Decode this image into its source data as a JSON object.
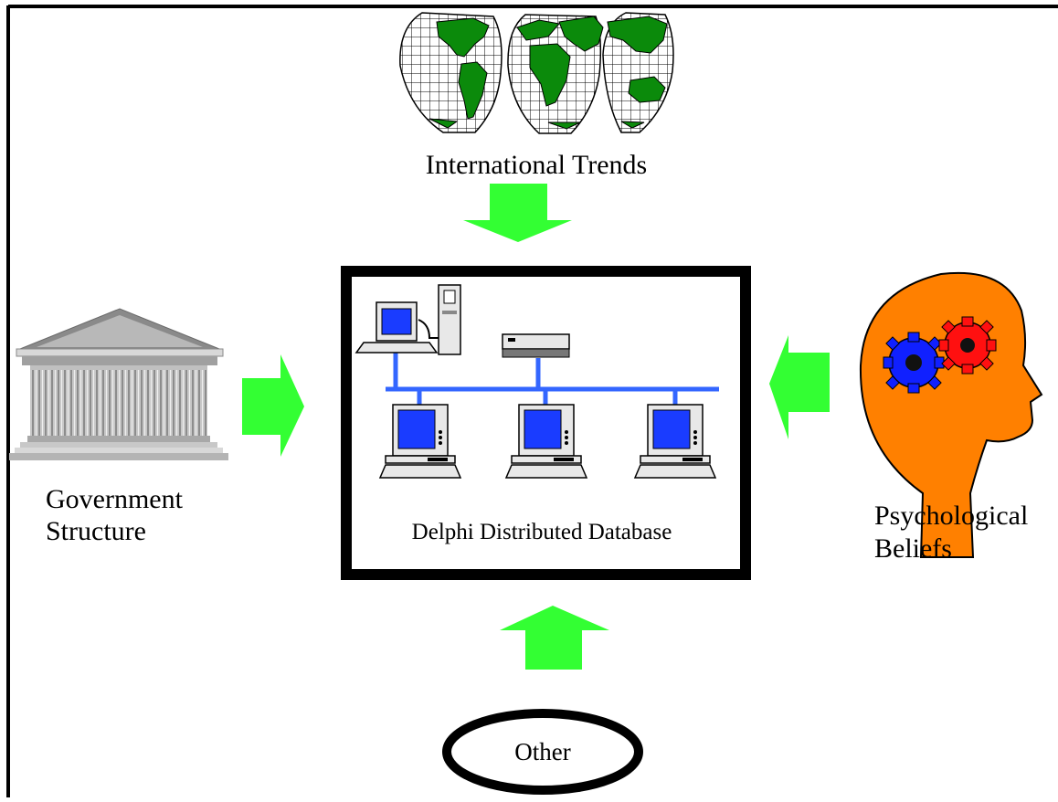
{
  "labels": {
    "international_trends": "International Trends",
    "government_line1": "Government",
    "government_line2": "Structure",
    "psychological_line1": "Psychological",
    "psychological_line2": "Beliefs",
    "center": "Delphi Distributed Database",
    "other": "Other"
  },
  "colors": {
    "arrow": "#33ff33",
    "network_line": "#3366ff",
    "screen": "#1a3cff",
    "continent": "#0b8a0b",
    "head": "#ff8000",
    "gear_left": "#1020ff",
    "gear_right": "#ff1010",
    "temple": "#a8a8a8"
  },
  "icons": [
    "world-map-icon",
    "temple-icon",
    "head-with-gears-icon",
    "server-computer-icon",
    "network-device-icon",
    "workstation-icon"
  ]
}
